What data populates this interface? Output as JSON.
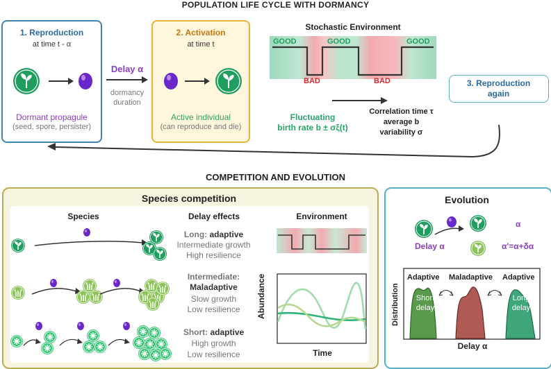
{
  "header": {
    "title": "POPULATION LIFE CYCLE WITH DORMANCY"
  },
  "box1": {
    "title": "1. Reproduction",
    "subtitle": "at time t - α",
    "caption": "Dormant propagule",
    "caption2": "(seed, spore, persister)"
  },
  "delay": {
    "label": "Delay α",
    "sub1": "dormancy",
    "sub2": "duration"
  },
  "box2": {
    "title": "2. Activation",
    "subtitle": "at time t",
    "caption": "Active individual",
    "caption2": "(can reproduce and die)"
  },
  "environment": {
    "title": "Stochastic Environment",
    "good": "GOOD",
    "bad": "BAD",
    "fluct1": "Fluctuating",
    "fluct2": "birth rate b ± σξ(t)",
    "corr1": "Correlation time τ",
    "corr2": "average b",
    "corr3": "variability σ"
  },
  "box3": {
    "title1": "3. Reproduction",
    "title2": "again"
  },
  "section2": {
    "title": "COMPETITION AND EVOLUTION"
  },
  "competition": {
    "title": "Species competition",
    "col_species": "Species",
    "col_delay": "Delay effects",
    "col_env": "Environment",
    "rows": [
      {
        "head_a": "Long: ",
        "head_b": "adaptive",
        "l1": "Intermediate growth",
        "l2": "High resilience"
      },
      {
        "head_a": "Intermediate:",
        "head_b": "Maladaptive",
        "l1": "Slow growth",
        "l2": "Low resilience"
      },
      {
        "head_a": "Short: ",
        "head_b": "adaptive",
        "l1": "High growth",
        "l2": "Low resilience"
      }
    ],
    "abundance": "Abundance",
    "time": "Time"
  },
  "evolution": {
    "title": "Evolution",
    "delay": "Delay α",
    "alpha": "α",
    "alpha_new": "α'=α+δα",
    "adaptive": "Adaptive",
    "maladaptive": "Maladaptive",
    "short1": "Short",
    "short2": "delay",
    "long1": "Long",
    "long2": "delay",
    "ylabel": "Distribution",
    "xlabel": "Delay α"
  },
  "colors": {
    "good": "#9fd9bd",
    "bad": "#f2aab0",
    "purple": "#7b2fc0",
    "green": "#1f9e60",
    "blue": "#2b6aa5"
  }
}
